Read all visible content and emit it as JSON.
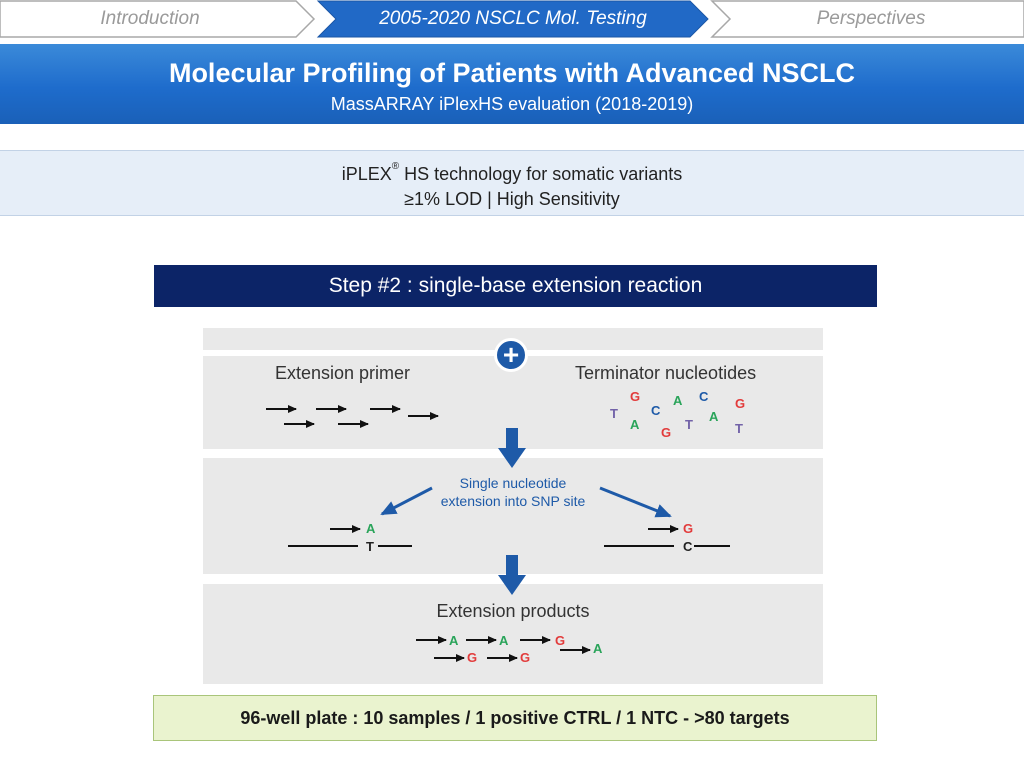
{
  "nav": {
    "items": [
      {
        "label": "Introduction",
        "active": false
      },
      {
        "label": "2005-2020 NSCLC Mol. Testing",
        "active": true
      },
      {
        "label": "Perspectives",
        "active": false
      }
    ]
  },
  "header": {
    "title": "Molecular Profiling of Patients with Advanced NSCLC",
    "subtitle": "MassARRAY iPlexHS evaluation (2018-2019)"
  },
  "tech": {
    "line1_prefix": "iPLEX",
    "line1_sup": "®",
    "line1_suffix": " HS technology for somatic variants",
    "line2": "≥1% LOD | High Sensitivity"
  },
  "step": {
    "title": "Step #2 : single-base extension reaction"
  },
  "diagram": {
    "plus_symbol": "+",
    "extension_primer_label": "Extension primer",
    "terminator_label": "Terminator nucleotides",
    "terminators": [
      {
        "base": "G"
      },
      {
        "base": "T"
      },
      {
        "base": "C"
      },
      {
        "base": "A"
      },
      {
        "base": "C"
      },
      {
        "base": "G"
      },
      {
        "base": "A"
      },
      {
        "base": "G"
      },
      {
        "base": "T"
      },
      {
        "base": "A"
      },
      {
        "base": "T"
      }
    ],
    "snp_line1": "Single nucleotide",
    "snp_line2": "extension into SNP site",
    "left_site": {
      "ext_base": "A",
      "template_base": "T"
    },
    "right_site": {
      "ext_base": "G",
      "template_base": "C"
    },
    "products_label": "Extension products",
    "products_row1": [
      "A",
      "A",
      "G",
      "A"
    ],
    "products_row2": [
      "G",
      "G"
    ]
  },
  "footer": {
    "text": "96-well plate : 10 samples / 1 positive CTRL / 1 NTC - >80 targets"
  },
  "colors": {
    "nav_active": "#2169c6",
    "header_blue": "#1e6ccc",
    "step_navy": "#0c2467",
    "arrow_blue": "#1e5aa8",
    "base_A": "#2aa45a",
    "base_G": "#e23b3b",
    "base_C": "#1e5aa8",
    "base_T": "#7262a8"
  }
}
